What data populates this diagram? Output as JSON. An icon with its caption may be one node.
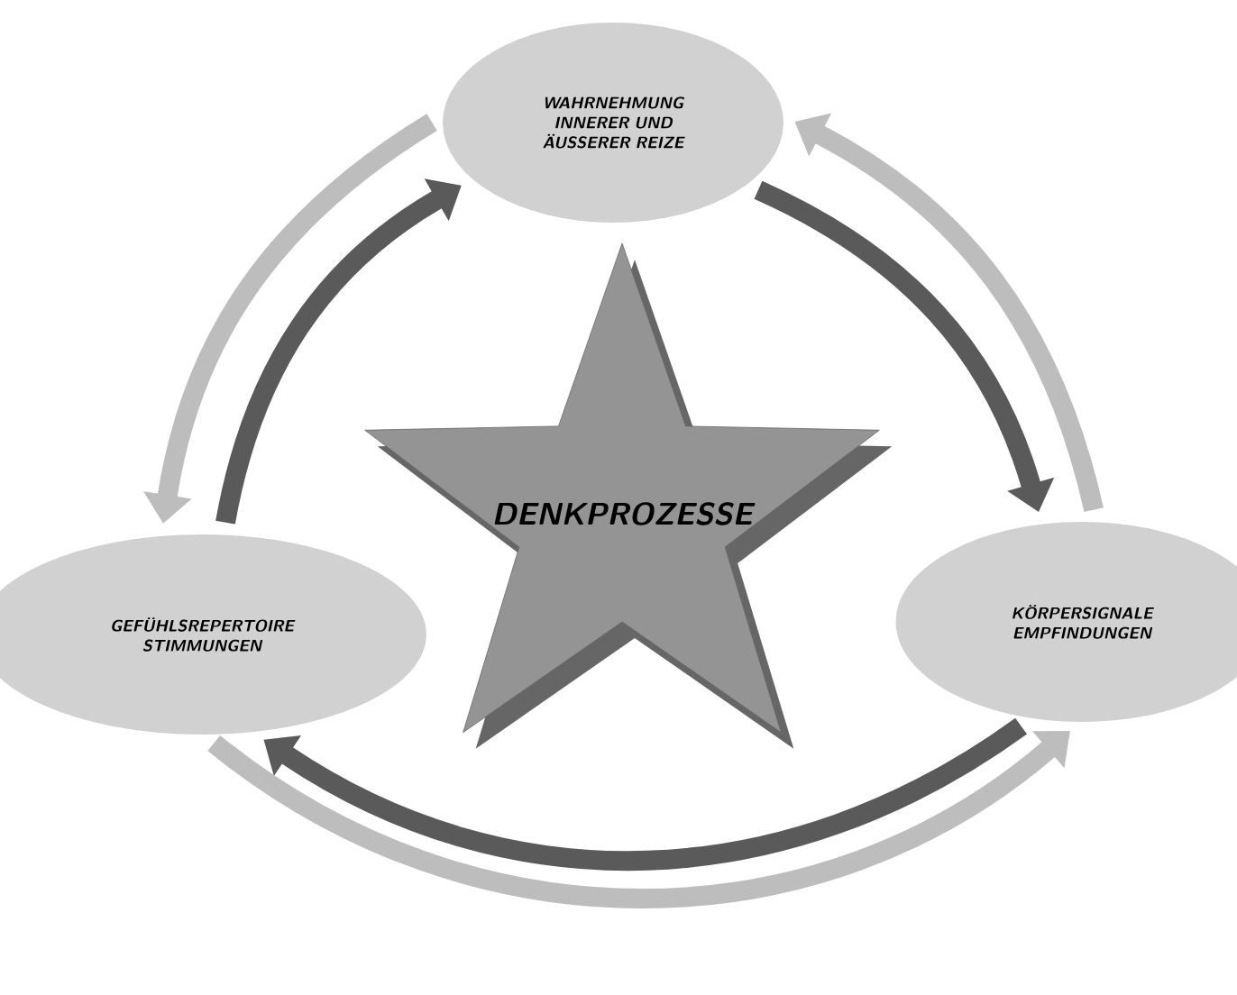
{
  "diagram": {
    "nodes": [
      {
        "text": [
          "WAHRNEHMUNG INNERER UND ÄUSSERER REIZE"
        ]
      },
      {
        "text": [
          "DENKPROZESSE"
        ]
      },
      {
        "text": [
          "GEFÜHLSREPERTOIRE STIMMUNGEN"
        ]
      },
      {
        "text": [
          "KÖRPERSIGNALE EMPFINDUNGEN"
        ]
      }
    ],
    "edges": [
      {
        "from": 0,
        "to": 3,
        "arrow": "to",
        "color": "#5a5a5a"
      },
      {
        "from": 3,
        "to": 0,
        "arrow": "to",
        "color": "#bdbdbd"
      },
      {
        "from": 3,
        "to": 2,
        "arrow": "to",
        "color": "#5a5a5a"
      },
      {
        "from": 2,
        "to": 3,
        "arrow": "to",
        "color": "#bdbdbd"
      },
      {
        "from": 2,
        "to": 0,
        "arrow": "to",
        "color": "#5a5a5a"
      },
      {
        "from": 0,
        "to": 2,
        "arrow": "to",
        "color": "#bdbdbd"
      }
    ]
  }
}
